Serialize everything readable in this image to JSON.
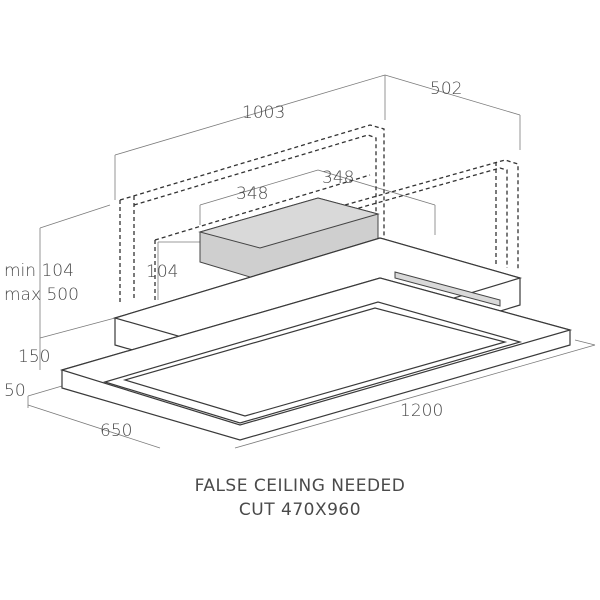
{
  "dimensions": {
    "width_top": "1003",
    "depth_top": "502",
    "duct_a": "348",
    "duct_b": "348",
    "motor_height": "104",
    "min_height": "min 104",
    "max_height": "max 500",
    "frame_height": "150",
    "panel_height": "50",
    "panel_depth": "650",
    "panel_width": "1200"
  },
  "notes": {
    "line1": "FALSE CEILING NEEDED",
    "line2": "CUT 470X960"
  }
}
